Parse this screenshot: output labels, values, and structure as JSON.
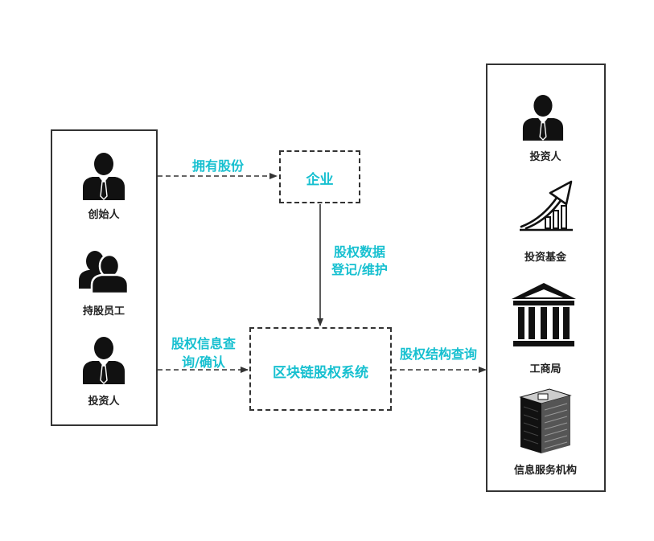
{
  "left_group": {
    "actors": [
      {
        "label": "创始人",
        "icon": "businessman-icon"
      },
      {
        "label": "持股员工",
        "icon": "user-group-icon"
      },
      {
        "label": "投资人",
        "icon": "businessman-icon"
      }
    ]
  },
  "right_group": {
    "actors": [
      {
        "label": "投资人",
        "icon": "businessman-icon"
      },
      {
        "label": "投资基金",
        "icon": "growth-chart-icon"
      },
      {
        "label": "工商局",
        "icon": "government-building-icon"
      },
      {
        "label": "信息服务机构",
        "icon": "office-building-icon"
      }
    ]
  },
  "nodes": {
    "enterprise": "企业",
    "system": "区块链股权系统"
  },
  "edges": {
    "holds_shares": "拥有股份",
    "register_line1": "股权数据",
    "register_line2": "登记/维护",
    "query_line1": "股权信息查",
    "query_line2": "询/确认",
    "structure_query": "股权结构查询"
  },
  "colors": {
    "accent": "#17c0d0",
    "line": "#333333",
    "icon": "#111111"
  }
}
